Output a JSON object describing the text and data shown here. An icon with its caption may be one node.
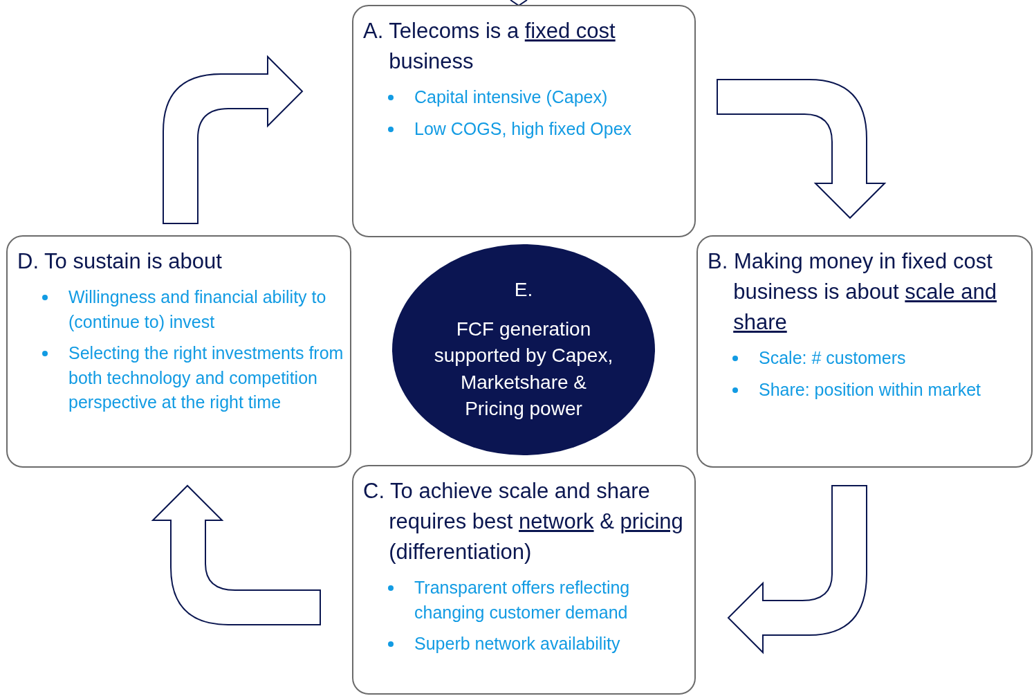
{
  "diagram": {
    "nodes": [
      {
        "text": [
          "A. Telecoms is a **fixed cost** business",
          "Capital intensive (Capex)",
          "Low COGS, high fixed Opex"
        ]
      },
      {
        "text": [
          "B. Making money in fixed cost business is about **scale and share**",
          "Scale: # customers",
          "Share: position within market"
        ]
      },
      {
        "text": [
          "C. To achieve scale and share requires best **network** & **pricing** (differentiation)",
          "Transparent offers reflecting changing customer demand",
          "Superb network availability"
        ]
      },
      {
        "text": [
          "D. To sustain is about",
          "Willingness and financial ability to (continue to) invest",
          "Selecting the right investments from both technology and competition perspective at the right time"
        ]
      },
      {
        "text": [
          "E.",
          "FCF generation supported by Capex, Marketshare & Pricing power"
        ]
      }
    ],
    "edges": [
      {
        "from": 0,
        "to": 1,
        "arrow": "to"
      },
      {
        "from": 1,
        "to": 2,
        "arrow": "to"
      },
      {
        "from": 2,
        "to": 3,
        "arrow": "to"
      },
      {
        "from": 3,
        "to": 0,
        "arrow": "to"
      }
    ]
  }
}
